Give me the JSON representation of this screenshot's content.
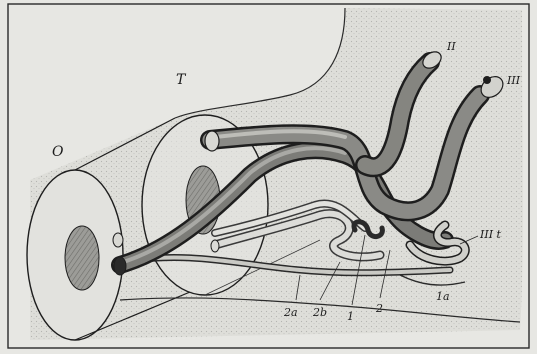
{
  "figure": {
    "labels": {
      "region_o": "O",
      "region_t": "T",
      "branch_ii": "II",
      "branch_iii": "III",
      "branch_iii_t": "III t",
      "fiber_1a": "1a",
      "fiber_2a": "2a",
      "fiber_2b": "2b",
      "fiber_1": "1",
      "fiber_2": "2"
    }
  }
}
